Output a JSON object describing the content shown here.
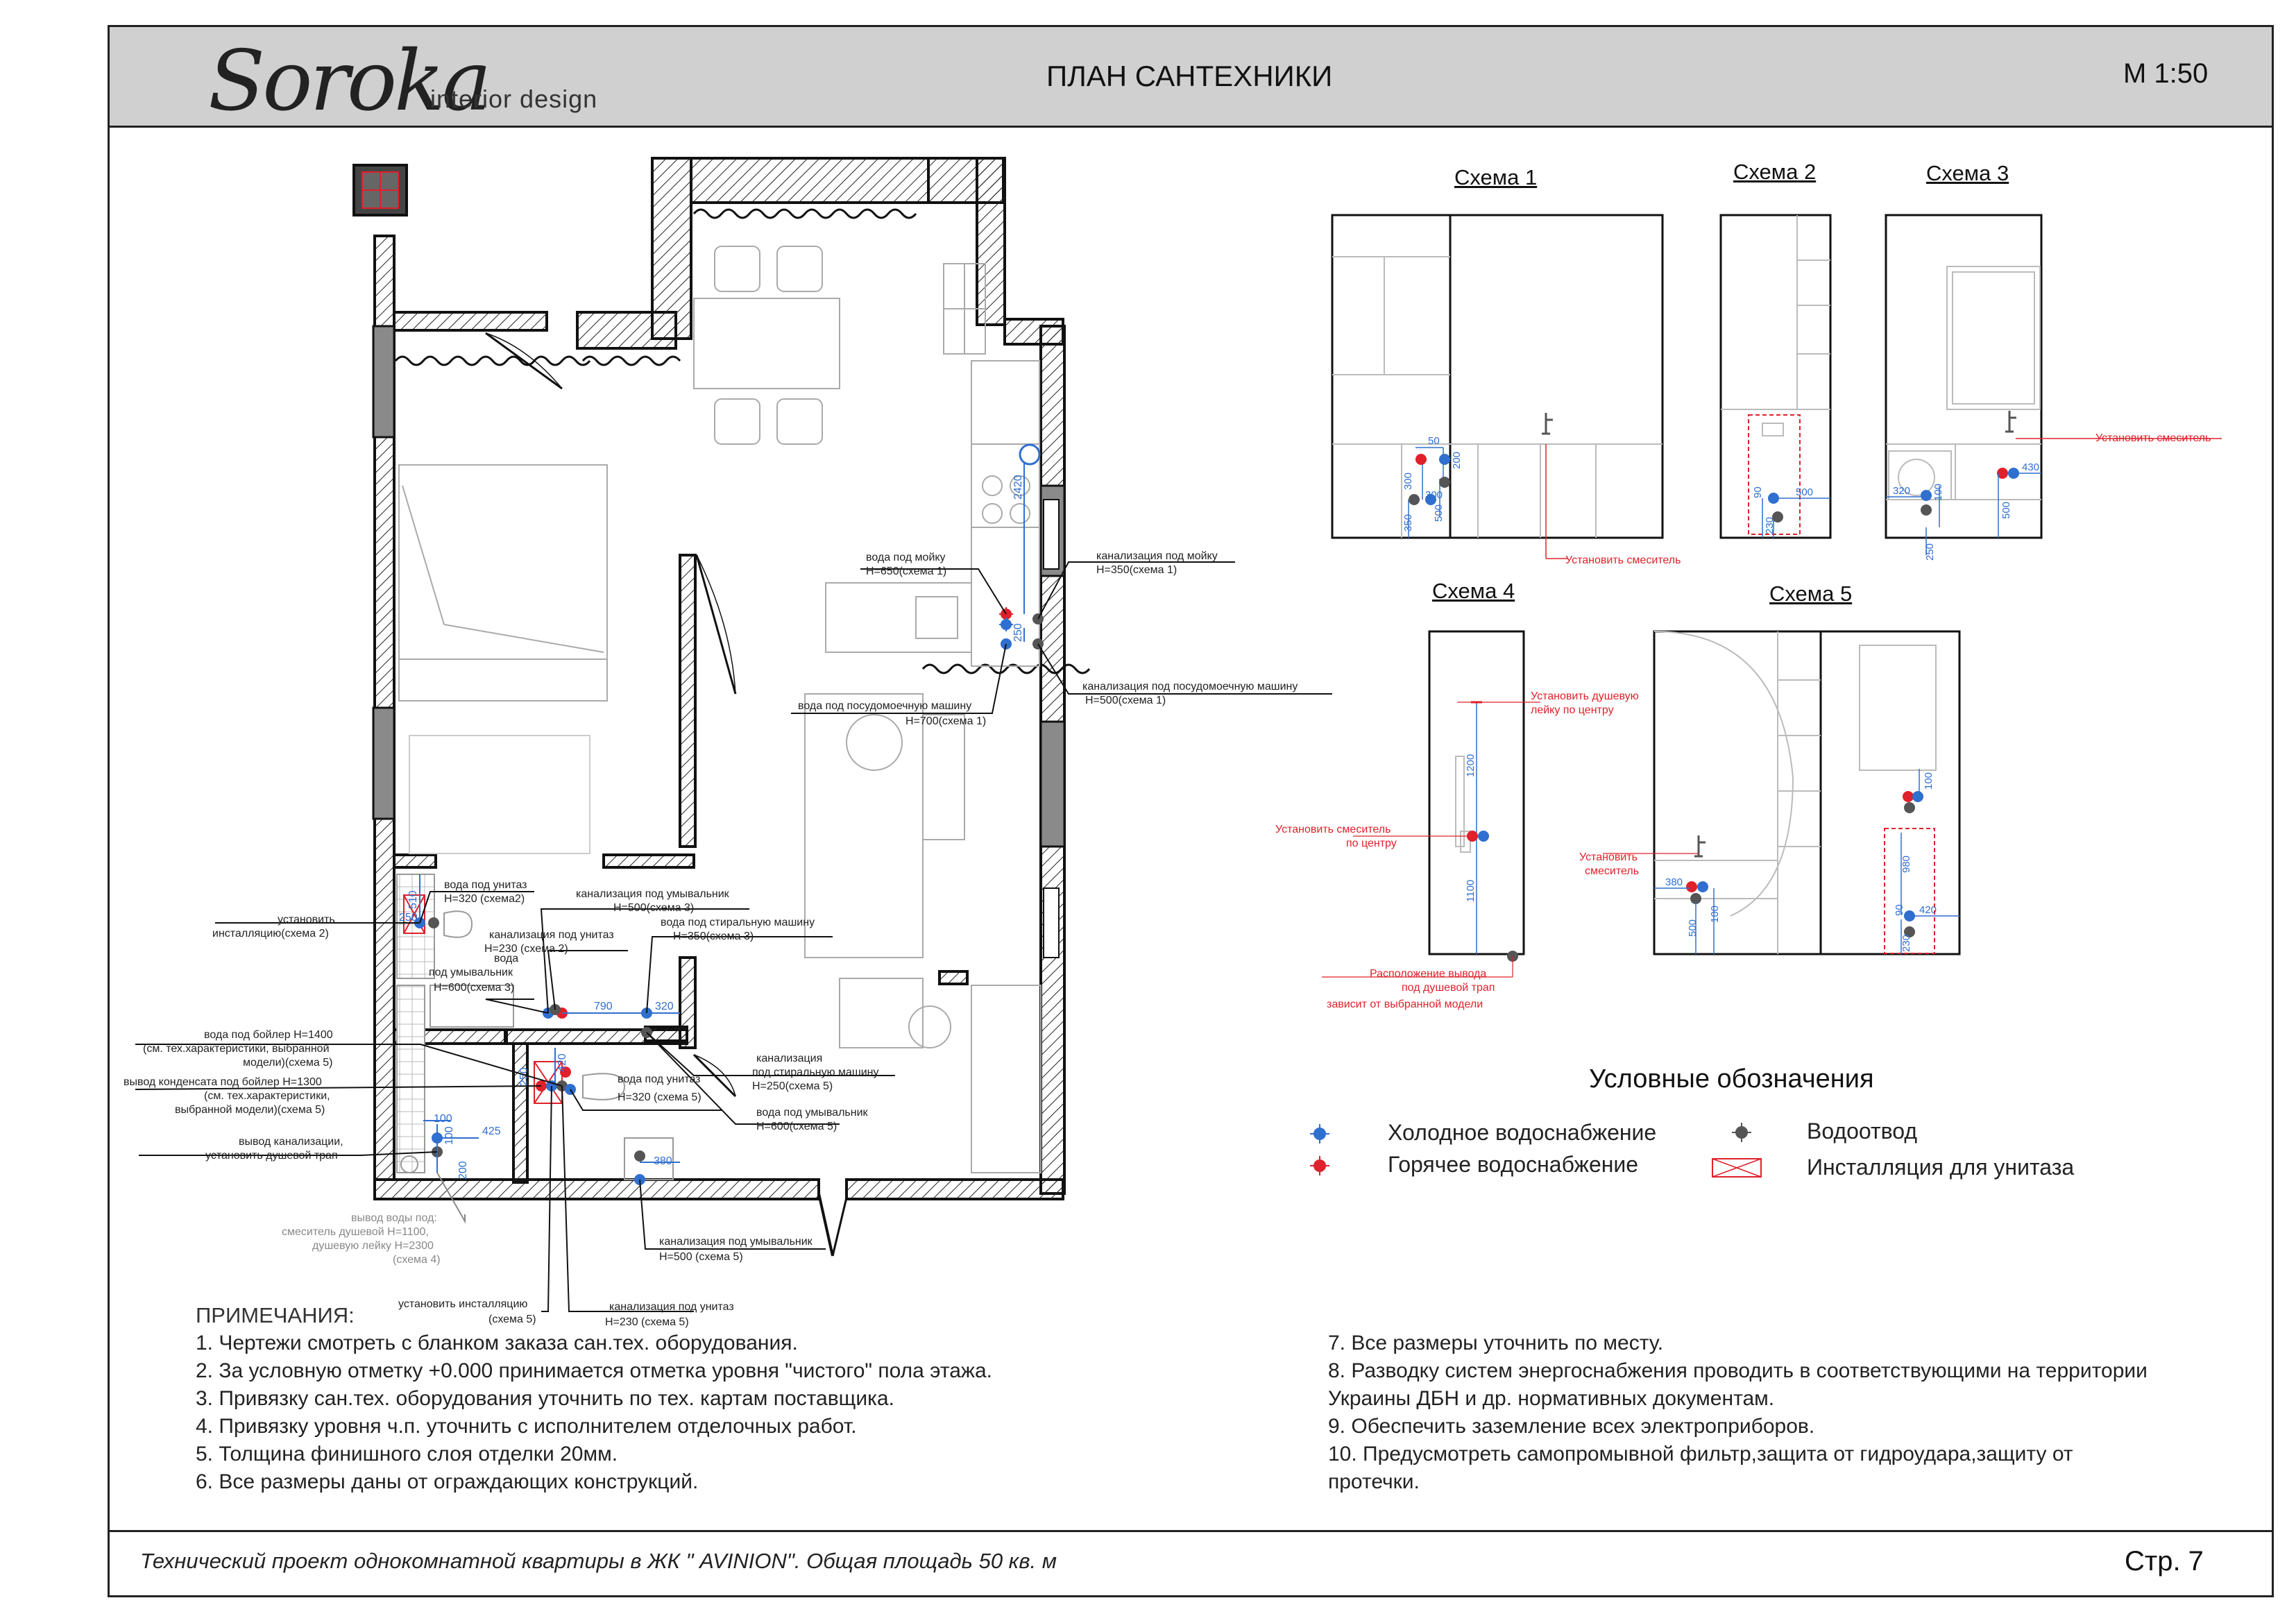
{
  "header": {
    "logo": "Soroka",
    "logo_sub": "interior design",
    "title": "ПЛАН САНТЕХНИКИ",
    "scale": "М 1:50"
  },
  "footer": {
    "project": "Технический проект однокомнатной квартиры в ЖК \" AVINION\". Общая площадь 50 кв. м",
    "page": "Стр. 7"
  },
  "plan_labels": {
    "sink_water": "вода под мойку",
    "sink_water_h": "H=650(схема 1)",
    "sink_sewer": "канализация под мойку",
    "sink_sewer_h": "H=350(схема 1)",
    "dw_sewer": "канализация  под посудомоечную машину",
    "dw_sewer_h": "H=500(схема 1)",
    "dw_water": "вода  под посудомоечную машину",
    "dw_water_h": "H=700(схема 1)",
    "wc_water": "вода под унитаз",
    "wc_water_h": "H=320 (схема2)",
    "install": "установить",
    "install2": "инсталляцию(схема 2)",
    "basin_sewer": "канализация под умывальник",
    "basin_sewer_h": "H=500(схема 3)",
    "wc_sewer": "канализация под унитаз",
    "wc_sewer_h": "H=230 (схема 2)",
    "wm_water": "вода под стиральную машину",
    "wm_water_h": "H=350(схема 3)",
    "basin_water": "вода",
    "basin_water2": "под умывальник",
    "basin_water_h": "H=600(схема 3)",
    "boiler": "вода под бойлер H=1400",
    "boiler2": "(см. тех.характеристики, выбранной",
    "boiler3": "модели)(схема 5)",
    "cond": "вывод конденсата под бойлер H=1300",
    "cond2": "(см. тех.характеристики,",
    "cond3": "выбранной модели)(схема 5)",
    "shower_sewer": "вывод канализации,",
    "shower_sewer2": "установить душевой трап",
    "shower_water": "вывод воды под:",
    "shower_water2": "смеситель душевой H=1100,",
    "shower_water3": "душевую лейку H=2300",
    "shower_water4": "(схема 4)",
    "wm_sewer": "канализация",
    "wm_sewer2": "под стиральную машину",
    "wm_sewer_h": "H=250(схема 5)",
    "wc2_water": "вода под унитаз",
    "wc2_water_h": "H=320 (схема 5)",
    "basin2_water": "вода под умывальник",
    "basin2_water_h": "H=600(схема 5)",
    "basin2_sewer": "канализация под умывальник",
    "basin2_sewer_h": "H=500 (схема 5)",
    "install3": "установить инсталляцию",
    "install3_s": "(схема 5)",
    "wc2_sewer": "канализация под унитаз",
    "wc2_sewer_h": "H=230 (схема 5)",
    "dims": {
      "d2420": "2420",
      "d250a": "250",
      "d510": "510",
      "d250b": "250",
      "d790": "790",
      "d320": "320",
      "d420": "420",
      "d100": "100",
      "d425": "425",
      "d100b": "100",
      "d200": "200",
      "d380": "380",
      "d250c": "250"
    }
  },
  "schemes": {
    "s1": {
      "title": "Схема 1",
      "d50": "50",
      "d200": "200",
      "d300a": "300",
      "d300b": "300",
      "d350": "350",
      "d500": "500",
      "note": "Установить смеситель"
    },
    "s2": {
      "title": "Схема 2",
      "d500": "500",
      "d90": "90",
      "d230": "230"
    },
    "s3": {
      "title": "Схема 3",
      "d430": "430",
      "d320": "320",
      "d100": "100",
      "d500": "500",
      "d250": "250",
      "note": "Установить смеситель"
    },
    "s4": {
      "title": "Схема 4",
      "d1200": "1200",
      "d1100": "1100",
      "note1": "Установить душевую",
      "note1b": "лейку по центру",
      "note2": "Установить смеситель",
      "note2b": "по центру",
      "note3": "Расположение вывода",
      "note3b": "под душевой трап",
      "note3c": "зависит от выбранной модели"
    },
    "s5": {
      "title": "Схема 5",
      "d380": "380",
      "d100a": "100",
      "d500": "500",
      "d100b": "100",
      "d980": "980",
      "d90": "90",
      "d420": "420",
      "d230": "230",
      "note": "Установить",
      "noteb": "смеситель"
    }
  },
  "legend": {
    "title": "Условные обозначения",
    "cold": "Холодное водоснабжение",
    "hot": "Горячее водоснабжение",
    "drain": "Водоотвод",
    "install": "Инсталляция для унитаза",
    "colors": {
      "cold": "#2f6fcf",
      "hot": "#e0202a",
      "drain": "#555555",
      "install": "#e0202a"
    }
  },
  "notes": {
    "heading": "ПРИМЕЧАНИЯ:",
    "left": [
      "1. Чертежи смотреть с бланком заказа сан.тех. оборудования.",
      "2. За условную отметку +0.000 принимается отметка уровня \"чистого\" пола этажа.",
      "3. Привязку сан.тех. оборудования уточнить по тех. картам поставщика.",
      "4. Привязку уровня ч.п. уточнить с исполнителем отделочных работ.",
      "5. Толщина финишного слоя отделки 20мм.",
      "6. Все размеры даны от ограждающих конструкций."
    ],
    "right": [
      "7. Все размеры уточнить по месту.",
      "8. Разводку систем энергоснабжения проводить в соответствующими на территории",
      "Украины ДБН и др. нормативных документам.",
      "9. Обеспечить заземление всех электроприборов.",
      "10. Предусмотреть самопромывной фильтр,защита от гидроудара,защиту от",
      "протечки."
    ]
  }
}
